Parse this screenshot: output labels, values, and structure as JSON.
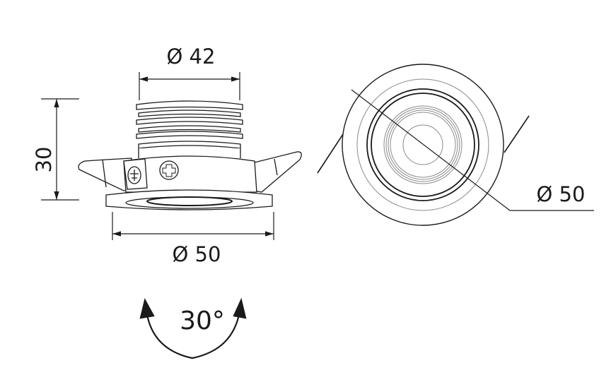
{
  "side_view": {
    "top_diameter_label": "Ø 42",
    "flange_diameter_label": "Ø 50",
    "height_label": "30"
  },
  "front_view": {
    "diameter_label": "Ø 50"
  },
  "tilt": {
    "angle_label": "30°"
  },
  "colors": {
    "line": "#1a1a1a",
    "light_line": "#8a8a8a"
  }
}
